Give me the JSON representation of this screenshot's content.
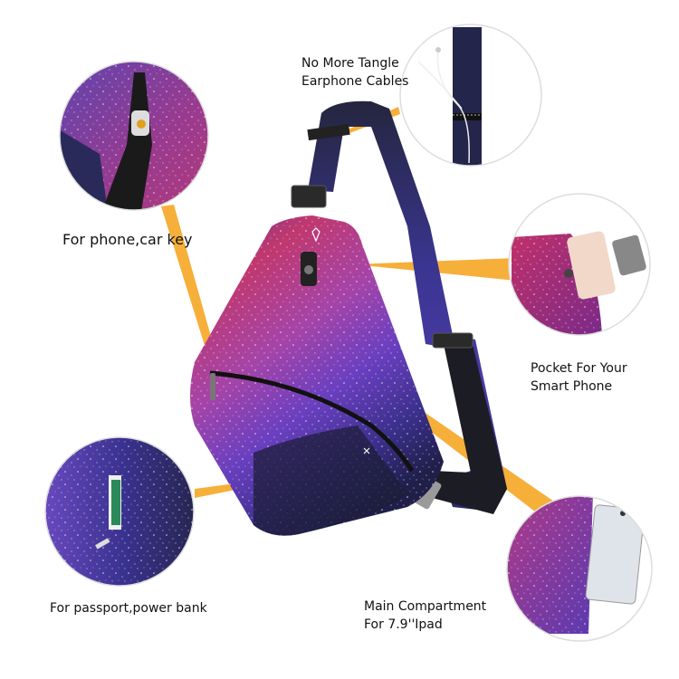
{
  "infographic": {
    "subject": "galaxy print sling chest bag",
    "accent_color": "#F5A623",
    "callouts": [
      {
        "id": "earphone",
        "lines": [
          "No More Tangle",
          "Earphone Cables"
        ],
        "detail": "strap with earphone cable routing loop"
      },
      {
        "id": "phone-key",
        "lines": [
          "For phone,car key"
        ],
        "detail": "front zipper pocket with car key"
      },
      {
        "id": "smart-phone",
        "lines": [
          "Pocket For Your",
          "Smart Phone"
        ],
        "detail": "snap-button flap pocket holding phone"
      },
      {
        "id": "passport",
        "lines": [
          "For passport,power bank"
        ],
        "detail": "lower slip pocket with cards"
      },
      {
        "id": "ipad",
        "lines": [
          "Main Compartment",
          "For 7.9''Ipad"
        ],
        "detail": "main compartment holding tablet"
      }
    ]
  }
}
